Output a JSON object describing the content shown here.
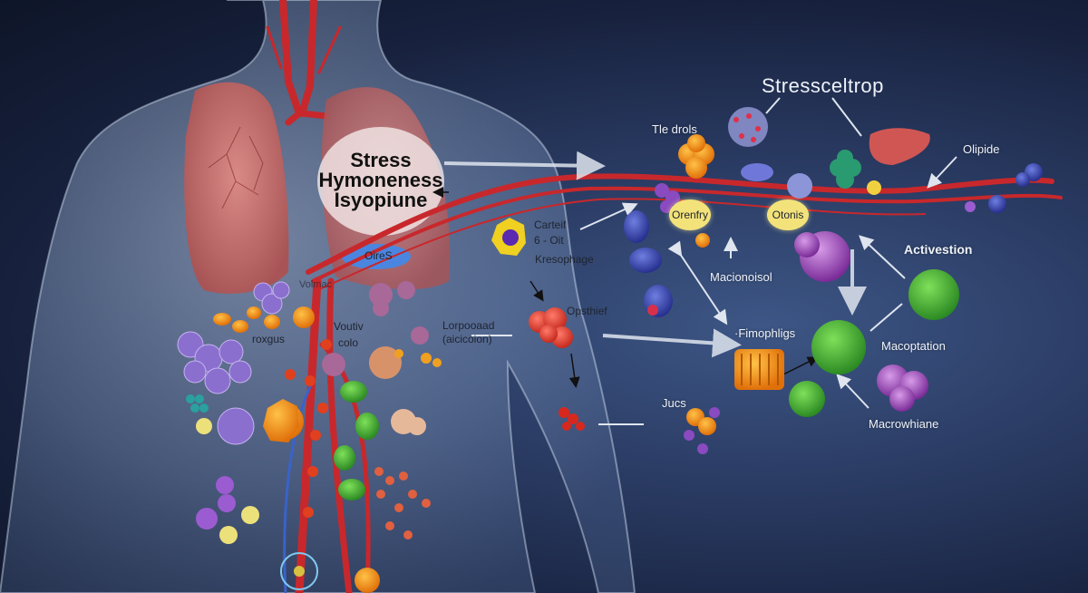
{
  "diagram": {
    "type": "medical-illustration",
    "subject": "Human torso with organs, blood vessels and immune cells linked by arrows",
    "colors": {
      "background": "#1a2545",
      "body": "#8ea6c8",
      "vessel": "#c8282c",
      "lung": "#c56a6a",
      "label_light": "#eef2f8",
      "label_dark": "#1f2430",
      "bubble": "#f3e27a"
    },
    "labels": {
      "center_title_line1": "Stress",
      "center_title_line2": "Hymoneness",
      "center_title_line3": "Isyopiune",
      "ores": "OireS",
      "top_right_title": "Stressceltrop",
      "tle_drols": "Tle drols",
      "olipide": "Olipide",
      "orenfry": "Orenfry",
      "otonis": "Otonis",
      "activestion": "Activestion",
      "macionoisol": "Macionoisol",
      "carteif": "Carteif",
      "six_oit": "6 - Oit",
      "kresophage": "Kresophage",
      "opsthief": "Opsthief",
      "fimophligs": "·Fimophligs",
      "macoptation": "Macoptation",
      "macrowhiane": "Macrowhiane",
      "lorpooaad": "Lorpooaad",
      "aicicoion": "(aicicoion)",
      "volmac": "Volmac",
      "voutiv": "Voutiv",
      "colo": "colo",
      "roxgus": "roxgus",
      "jucs": "Jucs"
    }
  }
}
